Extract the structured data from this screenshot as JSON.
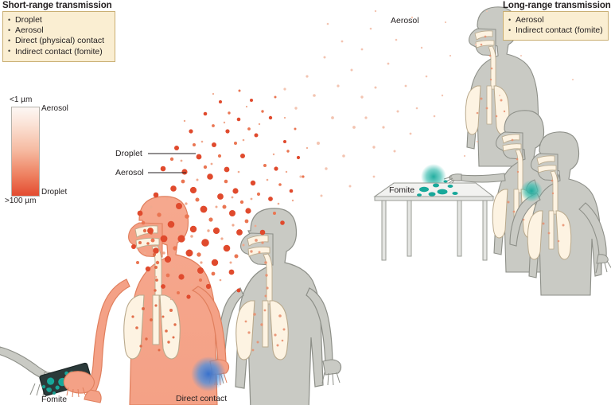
{
  "figure": {
    "kind": "transmission-routes-diagram",
    "background": "#ffffff"
  },
  "panels": {
    "short_range": {
      "title": "Short-range transmission",
      "routes": [
        "Droplet",
        "Aerosol",
        "Direct (physical) contact",
        "Indirect contact (fomite)"
      ]
    },
    "long_range": {
      "title": "Long-range transmission",
      "routes": [
        "Aerosol",
        "Indirect contact (fomite)"
      ]
    }
  },
  "size_scale": {
    "top_size": "<1 µm",
    "top_label": "Aerosol",
    "bottom_size": ">100 µm",
    "bottom_label": "Droplet",
    "gradient_top_color": "#fdf7f4",
    "gradient_bottom_color": "#e34b30"
  },
  "callouts": {
    "droplet": "Droplet",
    "aerosol": "Aerosol",
    "aerosol_far": "Aerosol",
    "fomite_phone": "Fomite",
    "direct_contact": "Direct contact",
    "fomite_table": "Fomite"
  },
  "colors": {
    "infected_skin": "#f4a186",
    "infected_skin_dark": "#ef8c6c",
    "healthy_skin": "#c9cac4",
    "healthy_skin_line": "#8d8f88",
    "lung_fill": "#fdf3e2",
    "lung_line": "#b9a98c",
    "droplet_large": "#e04a2d",
    "droplet_mid": "#ea7552",
    "droplet_small": "#f0a98e",
    "aerosol_pale": "#f3c4b1",
    "germ_teal": "#17a89a",
    "germ_teal_dark": "#0e8a80",
    "contact_blue": "#4b8ede",
    "legend_fill": "#faeed2",
    "legend_border": "#c9ae72",
    "text": "#231f20"
  },
  "scene": {
    "figures": [
      {
        "id": "infected-person",
        "state": "infected",
        "facing": "right",
        "role": "emitter"
      },
      {
        "id": "short-range-receiver",
        "state": "healthy",
        "facing": "left",
        "role": "receiver"
      },
      {
        "id": "long-range-receiver-back",
        "state": "healthy",
        "facing": "left",
        "role": "aerosol-receiver"
      },
      {
        "id": "long-range-receiver-mid",
        "state": "healthy",
        "facing": "left",
        "role": "fomite-toucher"
      },
      {
        "id": "long-range-receiver-front",
        "state": "healthy",
        "facing": "left",
        "role": "self-inoculator"
      }
    ],
    "objects": [
      {
        "id": "mobile-phone",
        "label": "Fomite",
        "contamination": "germ_teal"
      },
      {
        "id": "table",
        "label": "Fomite",
        "contamination": "germ_teal"
      },
      {
        "id": "handshake",
        "label": "Direct contact",
        "glow": "contact_blue"
      }
    ]
  }
}
